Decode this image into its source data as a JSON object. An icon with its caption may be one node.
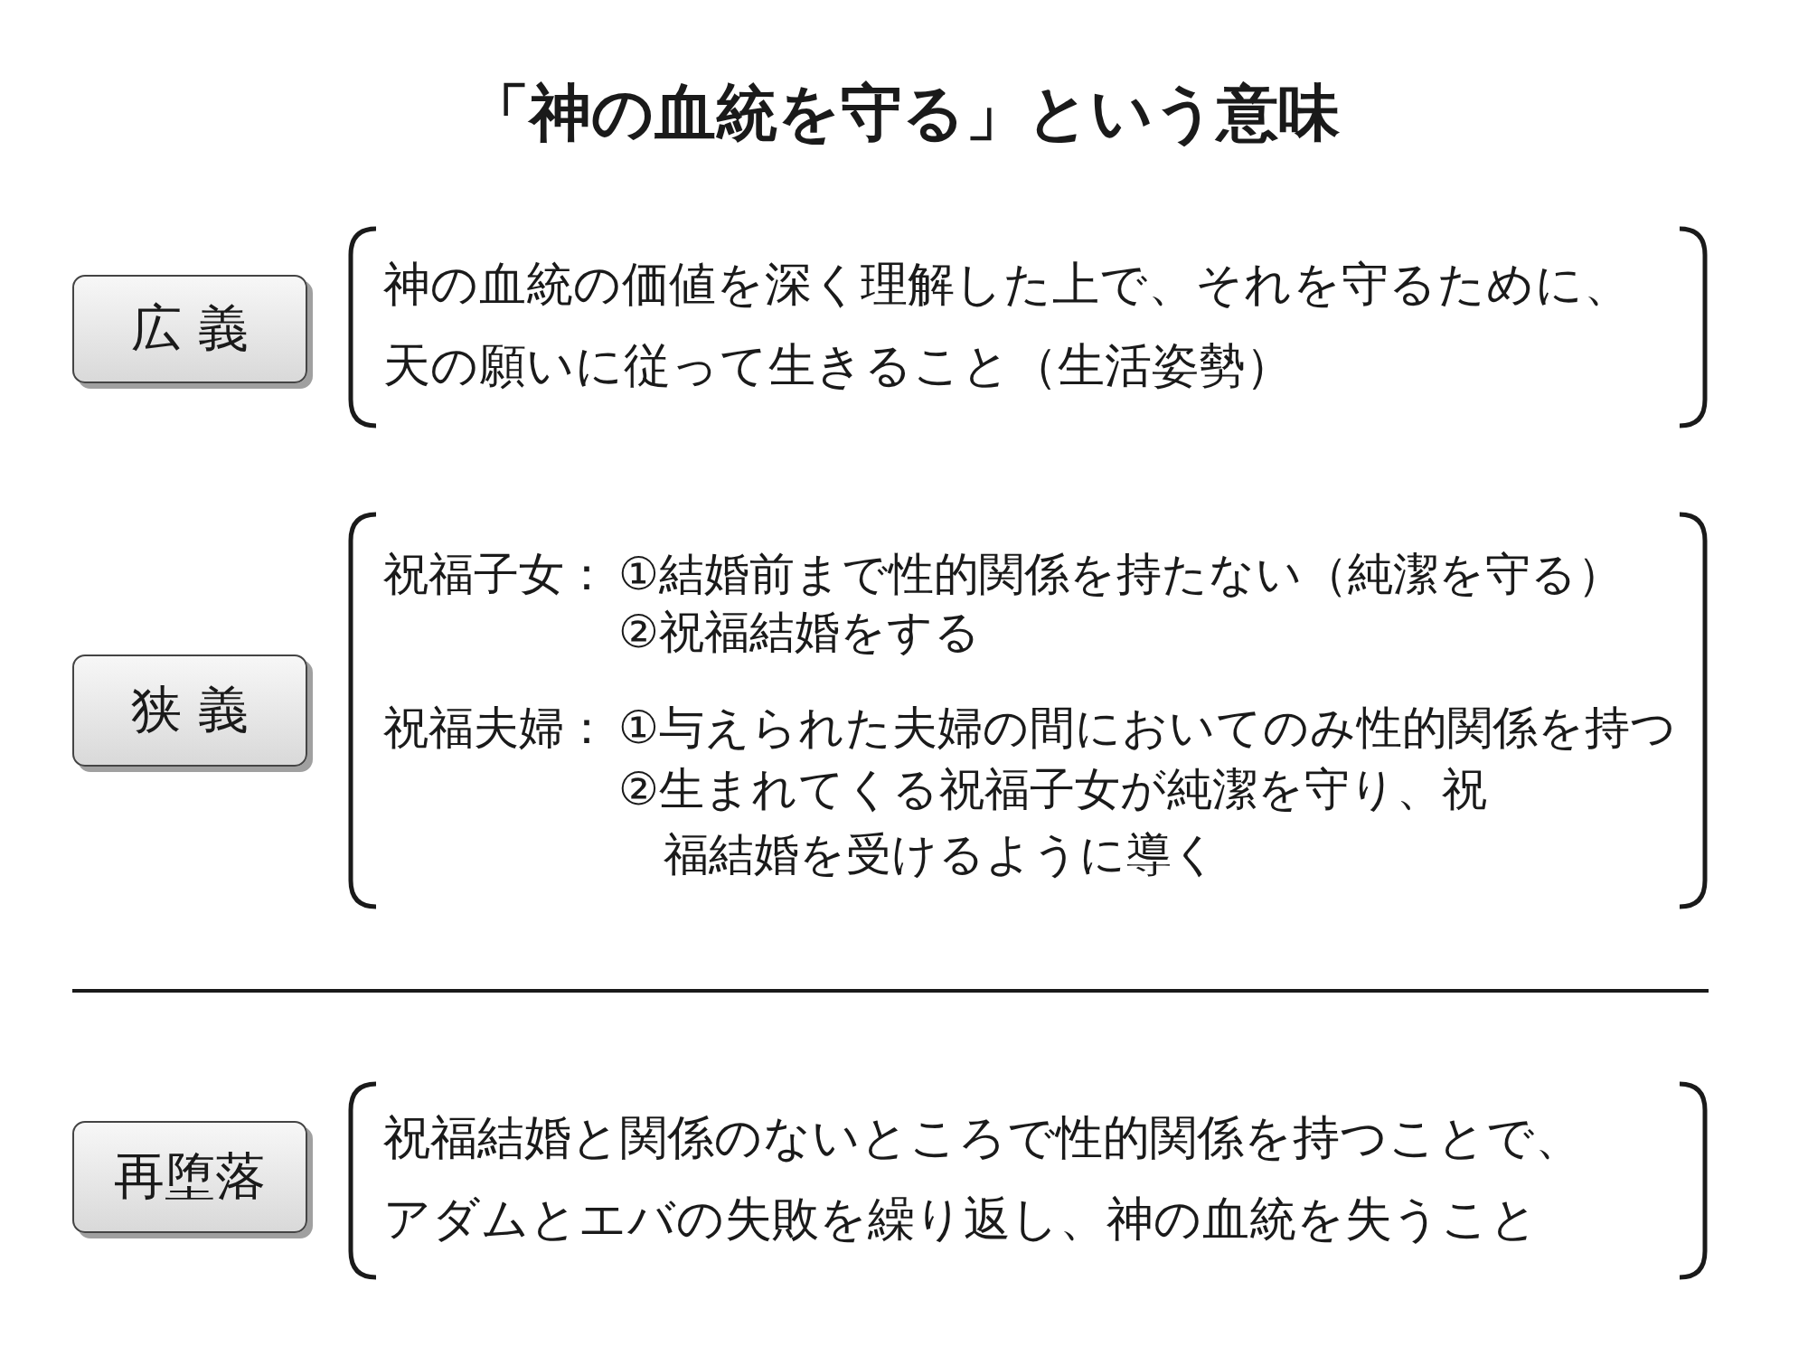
{
  "diagram": {
    "title": "「神の血統を守る」という意味",
    "nodes": [
      {
        "text": [
          "広 義"
        ]
      },
      {
        "text": [
          "神の血統の価値を深く理解した上で、それを守るために、天の願いに従って生きること（生活姿勢）"
        ]
      },
      {
        "text": [
          "狭 義"
        ]
      },
      {
        "text": [
          "祝福子女：",
          "①結婚前まで性的関係を持たない（純潔を守る）",
          "②祝福結婚をする",
          "祝福夫婦：",
          "①与えられた夫婦の間においてのみ性的関係を持つ",
          "②生まれてくる祝福子女が純潔を守り、祝福結婚を受けるように導く"
        ]
      },
      {
        "text": [
          "再堕落"
        ]
      },
      {
        "text": [
          "祝福結婚と関係のないところで性的関係を持つことで、アダムとエバの失敗を繰り返し、神の血統を失うこと"
        ]
      }
    ],
    "edges": []
  }
}
